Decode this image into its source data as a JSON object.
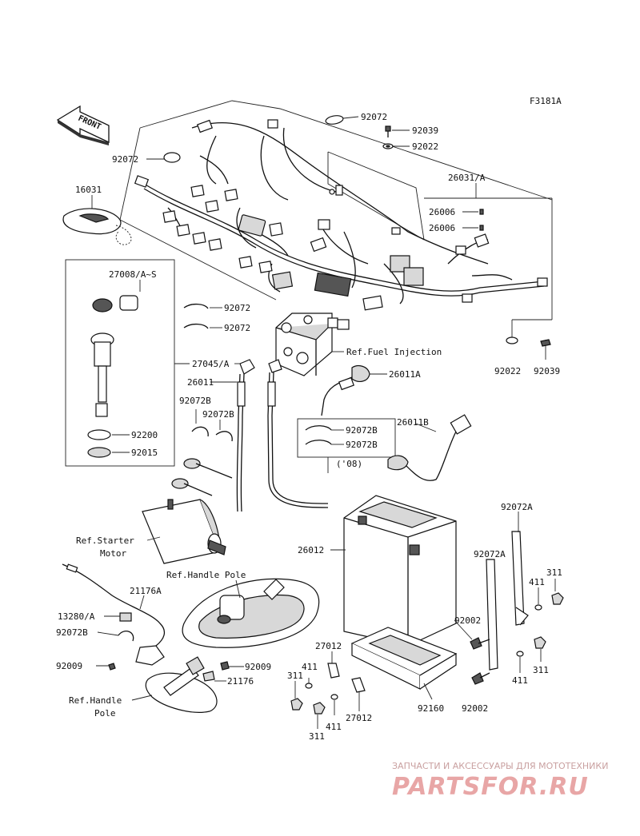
{
  "figure_code": "F3181A",
  "front_label": "FRONT",
  "labels": {
    "p92072_top": "92072",
    "p92039_top": "92039",
    "p92022_top": "92022",
    "p92072_left": "92072",
    "p16031": "16031",
    "p26031": "26031/A",
    "p26006_a": "26006",
    "p26006_b": "26006",
    "p27008": "27008/A~S",
    "p92072_m1": "92072",
    "p92072_m2": "92072",
    "p27045": "27045/A",
    "p26011": "26011",
    "ref_fuel": "Ref.Fuel Injection",
    "p26011A": "26011A",
    "p92022_r": "92022",
    "p92039_r": "92039",
    "p92072B_a": "92072B",
    "p92072B_b": "92072B",
    "p92200": "92200",
    "p92015": "92015",
    "p92072B_c": "92072B",
    "p92072B_d": "92072B",
    "p26011B": "26011B",
    "y08": "('08)",
    "ref_starter_1": "Ref.Starter",
    "ref_starter_2": "Motor",
    "p92072A_top": "92072A",
    "p26012": "26012",
    "ref_handle_top": "Ref.Handle Pole",
    "p92072A_mid": "92072A",
    "p311_a": "311",
    "p411_a": "411",
    "p21176A": "21176A",
    "p13280": "13280/A",
    "p92002_a": "92002",
    "p92072B_e": "92072B",
    "p27012_a": "27012",
    "p92009_a": "92009",
    "p92009_b": "92009",
    "p411_b": "411",
    "p311_b": "311",
    "p411_c": "411",
    "p21176": "21176",
    "p311_c": "311",
    "ref_handle_b1": "Ref.Handle",
    "ref_handle_b2": "Pole",
    "p27012_b": "27012",
    "p92160": "92160",
    "p92002_b": "92002",
    "p411_d": "411",
    "p311_d": "311"
  },
  "watermark": {
    "top_text": "ЗАПЧАСТИ И АКСЕССУАРЫ ДЛЯ МОТОТЕХНИКИ",
    "brand": "PARTSFOR.RU",
    "color": "#e8a6a6"
  }
}
